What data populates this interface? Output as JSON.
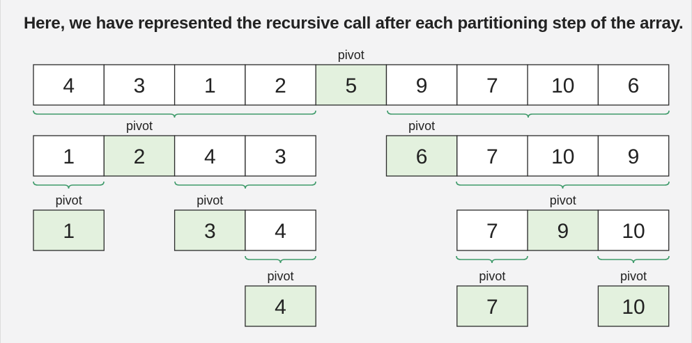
{
  "heading": "Here, we have represented the recursive call after each partitioning step of the array.",
  "pivot_label": "pivot",
  "colors": {
    "cell_fill": "#ffffff",
    "pivot_fill": "#e3f1de",
    "brace": "#3e9a6a"
  },
  "levels": [
    [
      {
        "values": [
          "4",
          "3",
          "1",
          "2",
          "5",
          "9",
          "7",
          "10",
          "6"
        ],
        "pivot_index": 4
      }
    ],
    [
      {
        "values": [
          "1",
          "2",
          "4",
          "3"
        ],
        "pivot_index": 1
      },
      {
        "values": [
          "6",
          "7",
          "10",
          "9"
        ],
        "pivot_index": 0
      }
    ],
    [
      {
        "values": [
          "1"
        ],
        "pivot_index": 0
      },
      {
        "values": [
          "3",
          "4"
        ],
        "pivot_index": 0
      },
      {
        "values": [
          "7",
          "9",
          "10"
        ],
        "pivot_index": 1
      }
    ],
    [
      {
        "values": [
          "4"
        ],
        "pivot_index": 0
      },
      {
        "values": [
          "7"
        ],
        "pivot_index": 0
      },
      {
        "values": [
          "10"
        ],
        "pivot_index": 0
      }
    ]
  ]
}
